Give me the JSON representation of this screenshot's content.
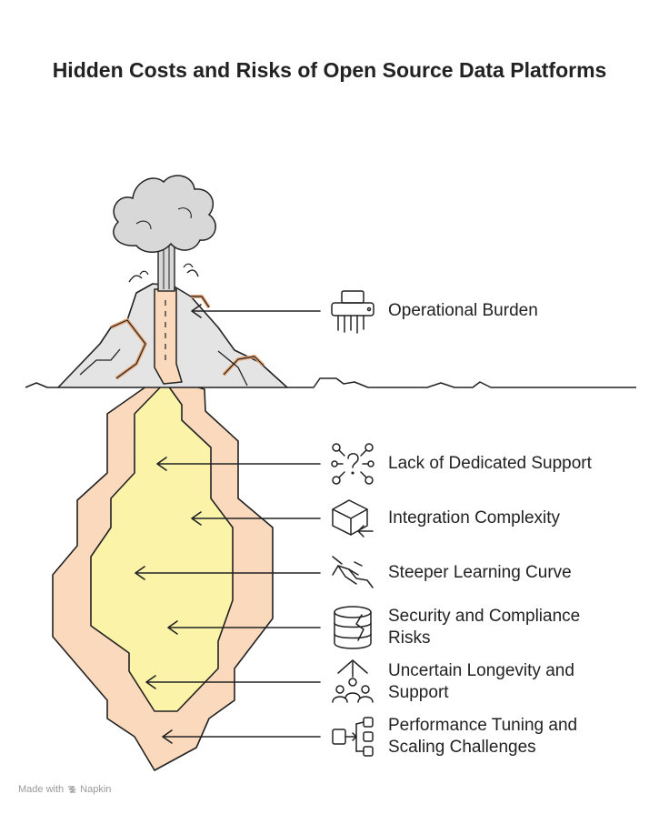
{
  "title": "Hidden Costs and Risks of Open Source Data Platforms",
  "items": [
    {
      "label": "Operational Burden",
      "icon": "shredder-icon"
    },
    {
      "label": "Lack of Dedicated Support",
      "icon": "question-network-icon"
    },
    {
      "label": "Integration Complexity",
      "icon": "cube-arrow-icon"
    },
    {
      "label": "Steeper Learning Curve",
      "icon": "mountain-slope-icon"
    },
    {
      "label": "Security and Compliance Risks",
      "icon": "database-crack-icon"
    },
    {
      "label": "Uncertain Longevity and Support",
      "icon": "people-arrow-icon"
    },
    {
      "label": "Performance Tuning and Scaling Challenges",
      "icon": "scaling-boxes-icon"
    }
  ],
  "footer": {
    "made_with": "Made with",
    "brand": "Napkin"
  },
  "colors": {
    "mountain": "#e4e4e4",
    "smoke": "#d8d8d8",
    "outer_magma": "#fbd9bc",
    "inner_magma": "#fbf4a8",
    "stroke": "#222222"
  }
}
